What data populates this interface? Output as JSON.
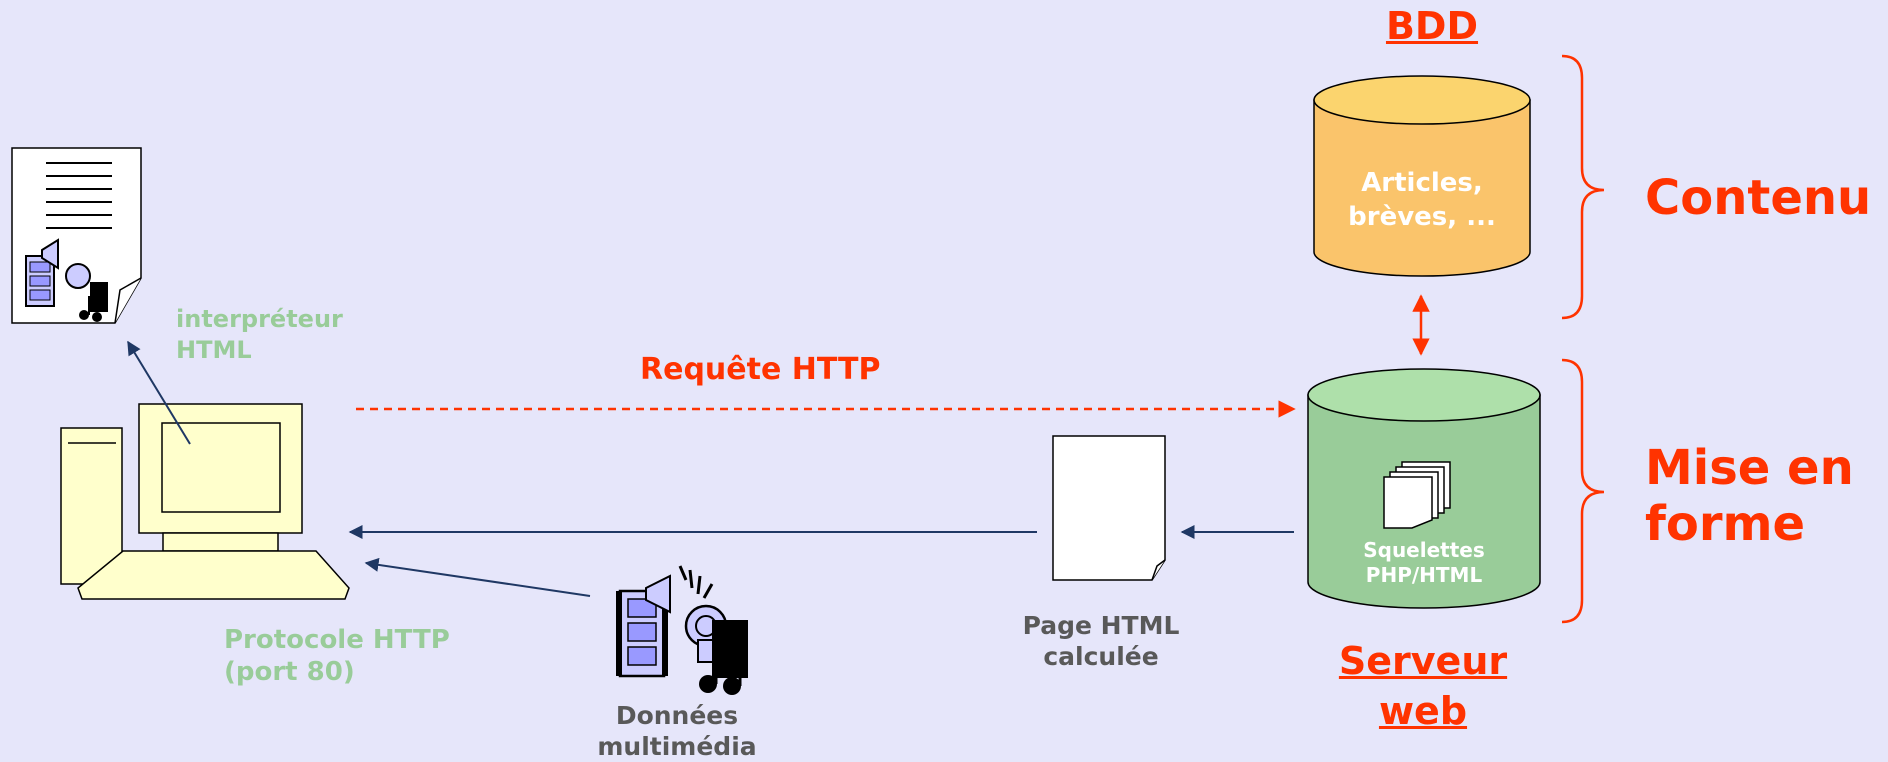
{
  "labels": {
    "bdd": "BDD",
    "contenu": "Contenu",
    "mise_en_forme": "Mise en\nforme",
    "serveur_web": "Serveur\nweb",
    "articles": "Articles,\nbrèves, ...",
    "squelettes": "Squelettes\nPHP/HTML",
    "requete": "Requête HTTP",
    "interpreteur": "interpréteur\nHTML",
    "protocole": "Protocole HTTP\n(port 80)",
    "page_html": "Page HTML\ncalculée",
    "donnees": "Données\nmultimédia"
  },
  "colors": {
    "background": "#e6e6fa",
    "accent_red": "#ff3300",
    "label_green": "#99cc99",
    "label_grey": "#595959",
    "db_orange": "#fac46b",
    "db_green": "#99cc99",
    "computer_yellow": "#ffffcc",
    "arrow_navy": "#1f3864"
  },
  "icons": [
    "document-icon",
    "computer-icon",
    "multimedia-icon",
    "database-icon",
    "pages-icon"
  ]
}
